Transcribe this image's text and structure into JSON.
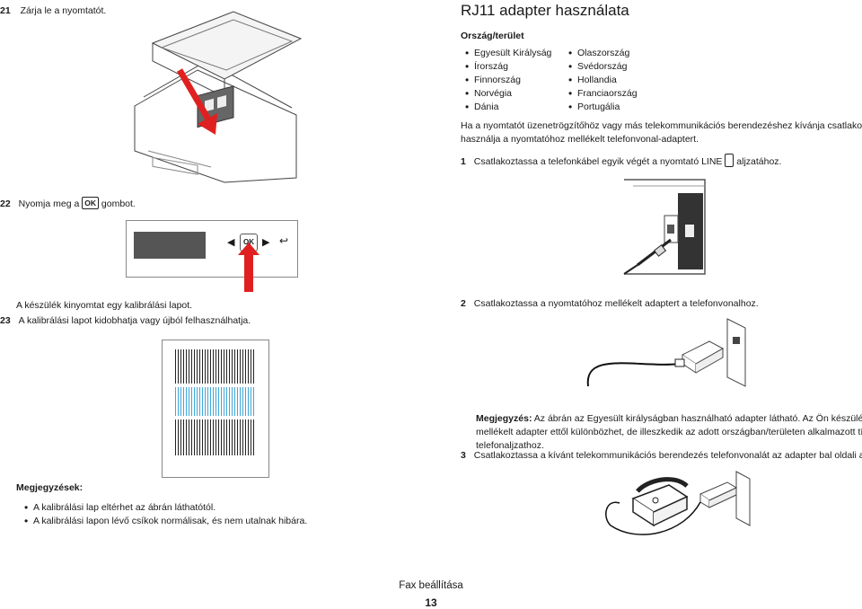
{
  "left": {
    "step21": {
      "num": "21",
      "text": "Zárja le a nyomtatót."
    },
    "step22": {
      "num": "22",
      "text_before": "Nyomja meg a",
      "button": "OK",
      "text_after": "gombot."
    },
    "panel_buttons": [
      "OK"
    ],
    "printing_text": "A készülék kinyomtat egy kalibrálási lapot.",
    "step23": {
      "num": "23",
      "text": "A kalibrálási lapot kidobhatja vagy újból felhasználhatja."
    },
    "notes_title": "Megjegyzések:",
    "notes": [
      "A kalibrálási lap eltérhet az ábrán láthatótól.",
      "A kalibrálási lapon lévő csíkok normálisak, és nem utalnak hibára."
    ]
  },
  "right": {
    "title": "RJ11 adapter használata",
    "country_heading": "Ország/terület",
    "countries_col1": [
      "Egyesült Királyság",
      "Írország",
      "Finnország",
      "Norvégia",
      "Dánia"
    ],
    "countries_col2": [
      "Olaszország",
      "Svédország",
      "Hollandia",
      "Franciaország",
      "Portugália"
    ],
    "intro_line1": "Ha a nyomtatót üzenetrögzítőhöz vagy más telekommunikációs berendezéshez kívánja csatlakoztatni,",
    "intro_line2": "használja a nyomtatóhoz mellékelt telefonvonal-adaptert.",
    "step1": {
      "num": "1",
      "text_before": "Csatlakoztassa a telefonkábel egyik végét a nyomtató LINE",
      "text_after": "aljzatához."
    },
    "step2": {
      "num": "2",
      "text": "Csatlakoztassa a nyomtatóhoz mellékelt adaptert a telefonvonalhoz."
    },
    "note_label": "Megjegyzés:",
    "note_line1": "Az ábrán az Egyesült királyságban használható adapter látható. Az Ön készülékéhez",
    "note_line2": "mellékelt adapter ettől különbözhet, de illeszkedik az adott országban/területen alkalmazott típusú",
    "note_line3": "telefonaljzathoz.",
    "step3": {
      "num": "3",
      "text": "Csatlakoztassa a kívánt telekommunikációs berendezés telefonvonalát az adapter bal oldali aljzatához."
    }
  },
  "footer": {
    "section": "Fax beállítása",
    "page": "13"
  },
  "colors": {
    "arrow_red": "#e02020",
    "text": "#1a1a1a",
    "display_gray": "#555555",
    "stripe_blue": "#3fa7d6"
  }
}
